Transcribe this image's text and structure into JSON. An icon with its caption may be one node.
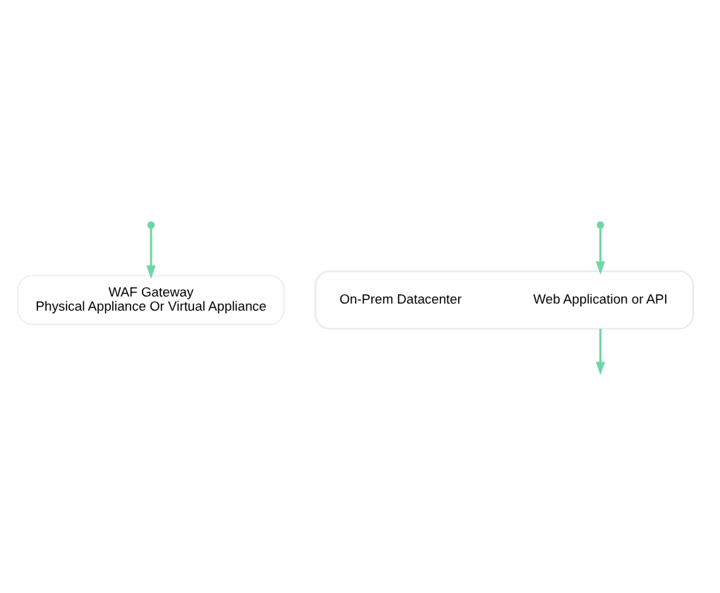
{
  "diagram": {
    "nodes": [
      {
        "text": [
          "WAF Gateway",
          "Physical Appliance Or Virtual Appliance"
        ]
      },
      {
        "text": [],
        "shape": "box"
      },
      {
        "text": [
          "Web Application or API"
        ],
        "in": 1
      },
      {
        "text": [
          "On-Prem Datacenter"
        ],
        "in": 1
      }
    ],
    "edges": [
      {
        "from": null,
        "to": 0,
        "arrow": "to"
      },
      {
        "from": null,
        "to": 1,
        "arrow": "to"
      },
      {
        "from": 1,
        "to": null,
        "arrow": "to"
      }
    ]
  }
}
